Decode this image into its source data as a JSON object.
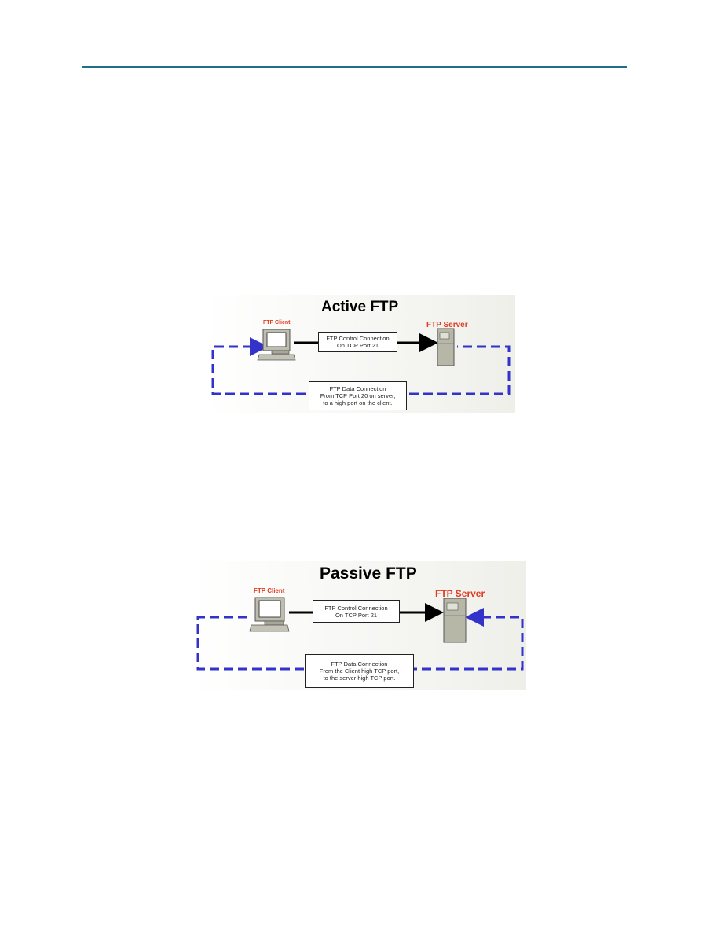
{
  "colors": {
    "header_rule": "#1f6f86",
    "data_line": "#3333cc",
    "node_label": "#e03a1e",
    "panel_bg": "#f4f4f0"
  },
  "active": {
    "title": "Active FTP",
    "client_label": "FTP Client",
    "server_label": "FTP Server",
    "control_box": [
      "FTP Control Connection",
      "On TCP Port 21"
    ],
    "data_box": [
      "FTP Data Connection",
      "From TCP Port 20 on server,",
      "to a high port on the client."
    ]
  },
  "passive": {
    "title": "Passive FTP",
    "client_label": "FTP Client",
    "server_label": "FTP Server",
    "control_box": [
      "FTP Control Connection",
      "On TCP Port 21"
    ],
    "data_box": [
      "FTP Data Connection",
      "From the Client high TCP port,",
      "to the server high TCP port."
    ]
  },
  "icons": {
    "client": "computer-icon",
    "server": "server-icon"
  }
}
